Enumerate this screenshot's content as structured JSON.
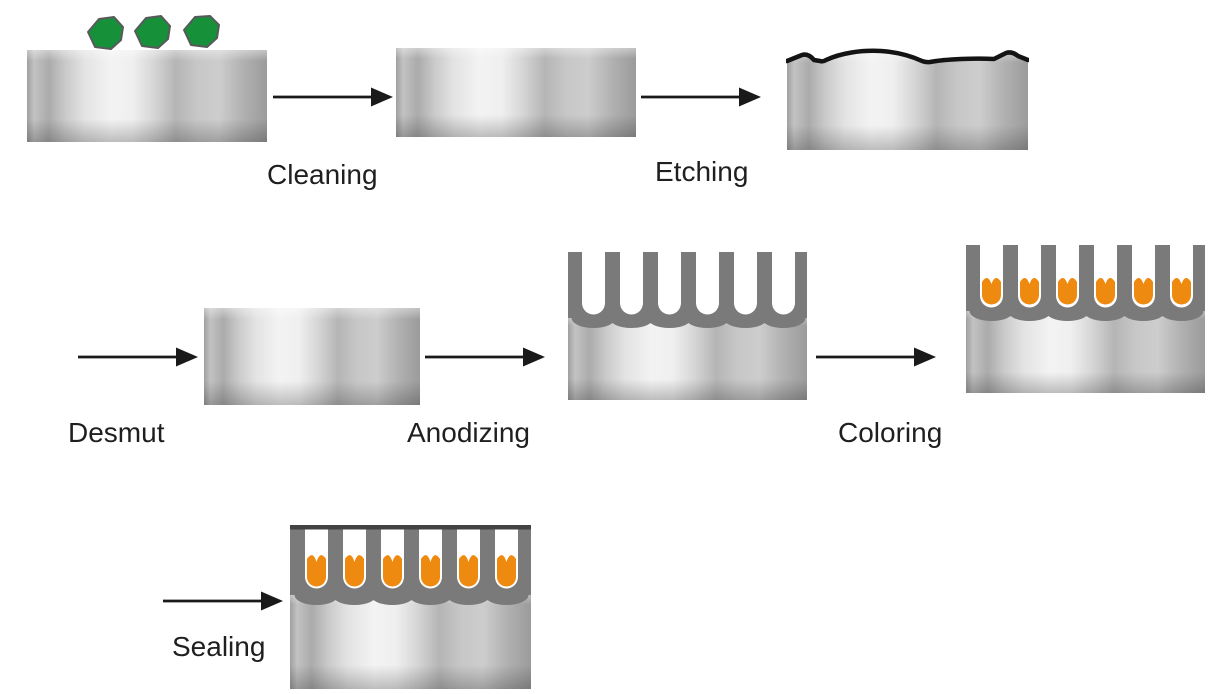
{
  "steps": [
    {
      "label": "Cleaning"
    },
    {
      "label": "Etching"
    },
    {
      "label": "Desmut"
    },
    {
      "label": "Anodizing"
    },
    {
      "label": "Coloring"
    },
    {
      "label": "Sealing"
    }
  ],
  "colors": {
    "contaminant_green": "#169139",
    "contaminant_outline": "#58595b",
    "oxide_gray": "#7a7a7a",
    "pore_white": "#ffffff",
    "dye_orange": "#ef8a10",
    "seal_cap_gray": "#434343",
    "etch_line_black": "#141414",
    "arrow_black": "#1a1a1a",
    "text_black": "#1f1f1f"
  }
}
